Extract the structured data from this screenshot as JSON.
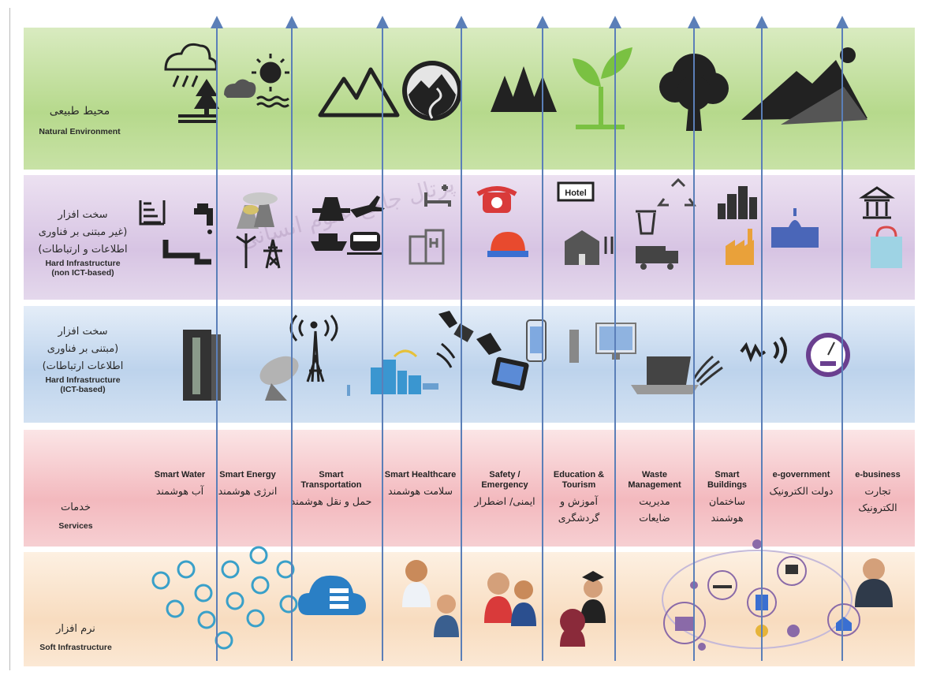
{
  "rows": {
    "natural": {
      "fa": "محیط طبیعی",
      "en": "Natural Environment"
    },
    "hard": {
      "fa_line1": "سخت افزار",
      "fa_line2": "(غیر مبتنی بر  فناوری",
      "fa_line3": "اطلاعات و ارتباطات)",
      "en_line1": "Hard Infrastructure",
      "en_line2": "(non ICT-based)"
    },
    "ict": {
      "fa_line1": "سخت افزار",
      "fa_line2": "(مبتنی بر فناوری",
      "fa_line3": "اطلاعات ارتباطات)",
      "en_line1": "Hard Infrastructure",
      "en_line2": "(ICT-based)"
    },
    "services": {
      "fa": "خدمات",
      "en": "Services"
    },
    "soft": {
      "fa": "نرم افزار",
      "en": "Soft Infrastructure"
    }
  },
  "services": [
    {
      "en": "Smart Water",
      "fa": "آب هوشمند"
    },
    {
      "en": "Smart Energy",
      "fa": "انرژی هوشمند"
    },
    {
      "en": "Smart Transportation",
      "fa": "حمل و نقل هوشمند"
    },
    {
      "en": "Smart Healthcare",
      "fa": "سلامت هوشمند"
    },
    {
      "en": "Safety / Emergency",
      "fa": "ایمنی/ اضطرار"
    },
    {
      "en": "Education & Tourism",
      "fa": "آموزش و گردشگری"
    },
    {
      "en": "Waste Management",
      "fa": "مدیریت ضایعات"
    },
    {
      "en": "Smart Buildings",
      "fa": "ساختمان هوشمند"
    },
    {
      "en": "e-government",
      "fa": "دولت الکترونیک"
    },
    {
      "en": "e-business",
      "fa": "تجارت الکترونیک"
    }
  ],
  "icons": {
    "natural": [
      "rain-cloud-icon",
      "sun-water-icon",
      "mountains-icon",
      "road-valley-icon",
      "pine-trees-icon",
      "plant-sprout-icon",
      "tree-icon",
      "mountain-moon-icon"
    ],
    "hard": [
      "dam-icon",
      "water-tap-icon",
      "pipes-icon",
      "power-plant-icon",
      "wind-turbine-icon",
      "power-tower-icon",
      "highway-icon",
      "airplane-icon",
      "ship-icon",
      "train-icon",
      "hospital-bed-icon",
      "hospital-building-icon",
      "telephone-icon",
      "siren-icon",
      "hotel-sign-icon",
      "school-icon",
      "restaurant-icon",
      "trash-can-icon",
      "recycle-icon",
      "garbage-truck-icon",
      "city-buildings-icon",
      "factory-icon",
      "government-building-icon",
      "bank-icon",
      "shopping-bag-icon"
    ],
    "ict": [
      "server-rack-icon",
      "satellite-dish-icon",
      "radio-tower-icon",
      "smart-city-wifi-icon",
      "satellite-icon",
      "tablet-icon",
      "smartphone-icon",
      "desktop-computer-icon",
      "laptop-icon",
      "cables-icon",
      "signal-icon",
      "smart-meter-icon"
    ],
    "soft": [
      "app-icons-cluster",
      "cloud-server-icon",
      "doctor-patient-icon",
      "emergency-staff-icon",
      "graduate-icon",
      "smart-home-network-icon",
      "businessman-icon"
    ]
  },
  "watermark": "پرتال جامع علوم انسانی",
  "colors": {
    "natural": "#b6d98c",
    "hard": "#d7c4e3",
    "ict": "#bdd3ec",
    "services": "#f3b9be",
    "soft": "#f8dcbf",
    "arrow": "#5b7fb8"
  }
}
